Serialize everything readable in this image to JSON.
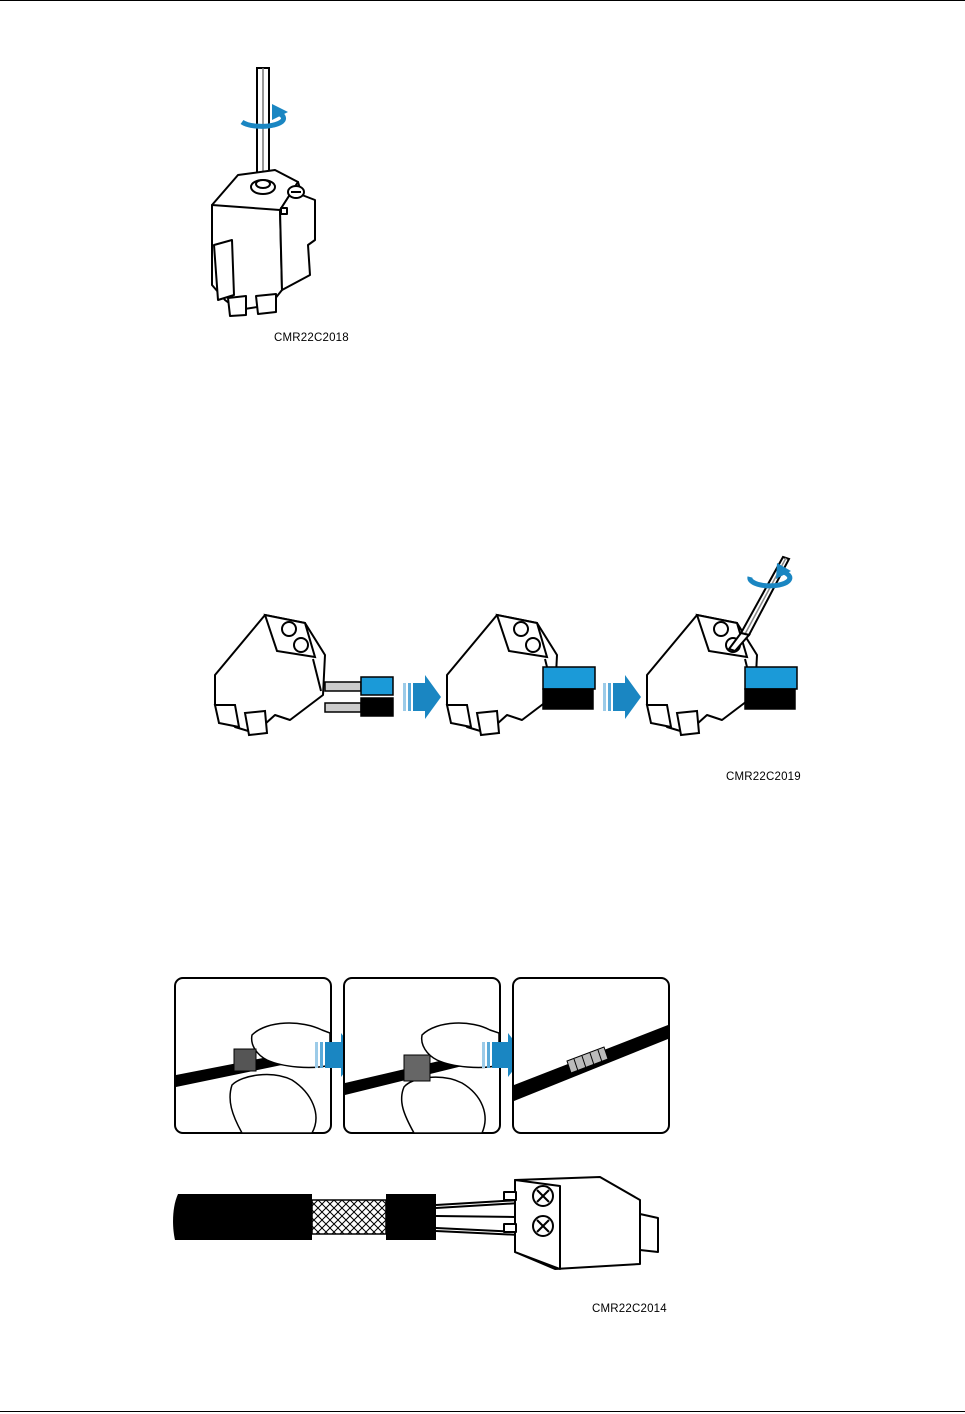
{
  "figures": [
    {
      "caption": "CMR22C2018"
    },
    {
      "caption": "CMR22C2019"
    },
    {
      "caption": "CMR22C2014"
    }
  ],
  "colors": {
    "arrow_blue": "#1a86c2",
    "arrow_dark": "#0b5f98",
    "cable_blue": "#1b9ad8",
    "line": "#000000"
  },
  "icons": [
    "rotate-arrow-icon",
    "step-arrow-icon",
    "screwdriver-icon",
    "terminal-block-icon"
  ]
}
